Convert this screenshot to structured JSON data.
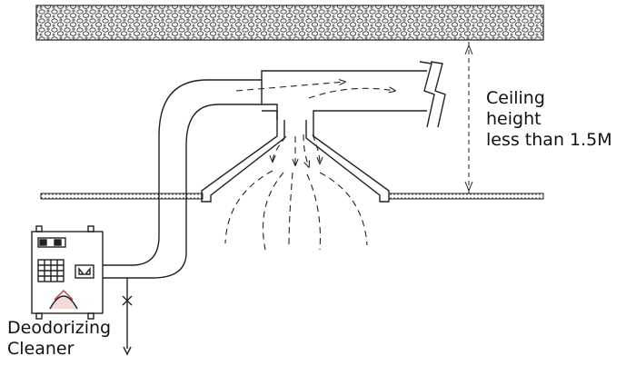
{
  "labels": {
    "ceiling": [
      "Ceiling",
      "height",
      "less than 1.5M"
    ],
    "device": [
      "Deodorizing",
      "Cleaner"
    ]
  },
  "colors": {
    "line": "#222222",
    "stone_fill": "#f4f4f4",
    "device_accent": "#c04040"
  }
}
